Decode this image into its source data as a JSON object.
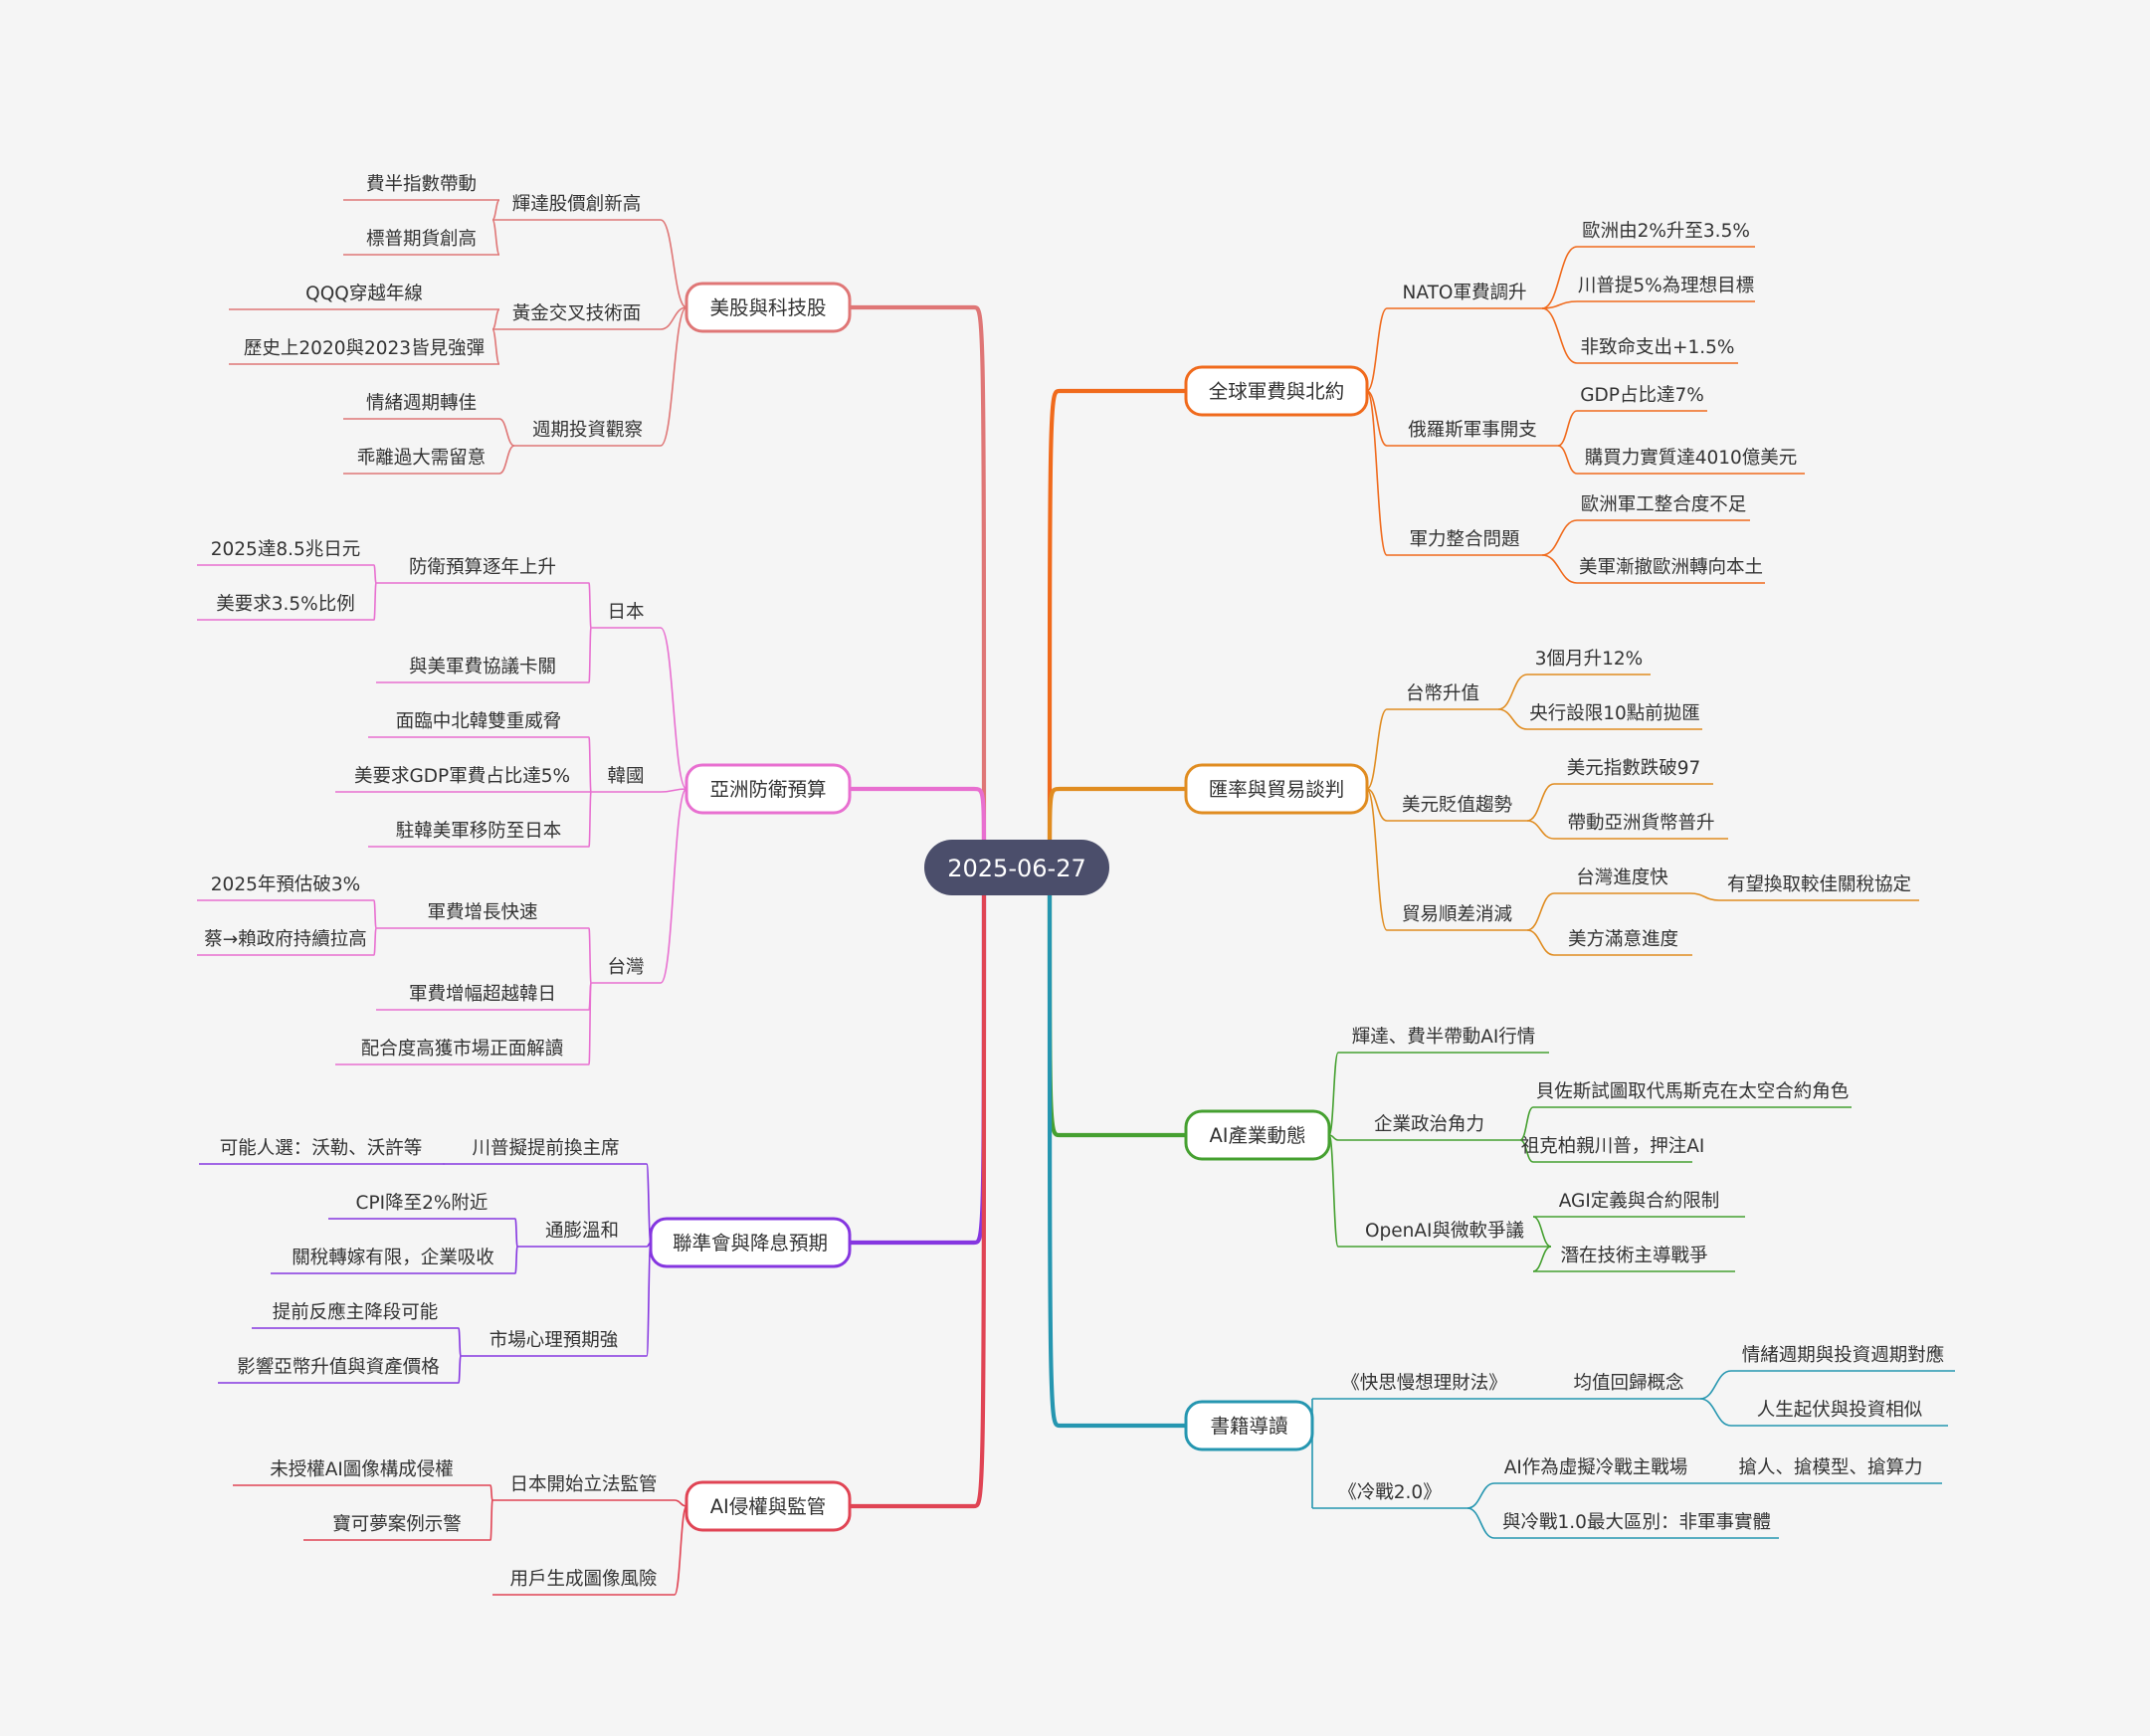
{
  "root": {
    "label": "2025-06-27",
    "color": "#4b4e6b"
  },
  "branches": [
    {
      "label": "美股與科技股",
      "color": "#df7676",
      "children": [
        {
          "label": "輝達股價創新高",
          "children": [
            "費半指數帶動",
            "標普期貨創高"
          ]
        },
        {
          "label": "黃金交叉技術面",
          "children": [
            "QQQ穿越年線",
            "歷史上2020與2023皆見強彈"
          ]
        },
        {
          "label": "週期投資觀察",
          "children": [
            "情緒週期轉佳",
            "乖離過大需留意"
          ]
        }
      ]
    },
    {
      "label": "亞洲防衛預算",
      "color": "#e86fd0",
      "children": [
        {
          "label": "日本",
          "children": [
            {
              "label": "防衛預算逐年上升",
              "children": [
                "2025達8.5兆日元",
                "美要求3.5%比例"
              ]
            },
            {
              "label": "與美軍費協議卡關"
            }
          ]
        },
        {
          "label": "韓國",
          "children": [
            "面臨中北韓雙重威脅",
            "美要求GDP軍費占比達5%",
            "駐韓美軍移防至日本"
          ]
        },
        {
          "label": "台灣",
          "children": [
            {
              "label": "軍費增長快速",
              "children": [
                "2025年預估破3%",
                "蔡→賴政府持續拉高"
              ]
            },
            {
              "label": "軍費增幅超越韓日"
            },
            {
              "label": "配合度高獲市場正面解讀"
            }
          ]
        }
      ]
    },
    {
      "label": "聯準會與降息預期",
      "color": "#8536e0",
      "children": [
        {
          "label": "川普擬提前換主席",
          "children": [
            "可能人選：沃勒、沃許等"
          ]
        },
        {
          "label": "通膨溫和",
          "children": [
            "CPI降至2%附近",
            "關稅轉嫁有限，企業吸收"
          ]
        },
        {
          "label": "市場心理預期強",
          "children": [
            "提前反應主降段可能",
            "影響亞幣升值與資產價格"
          ]
        }
      ]
    },
    {
      "label": "AI侵權與監管",
      "color": "#e04454",
      "children": [
        {
          "label": "日本開始立法監管",
          "children": [
            "未授權AI圖像構成侵權",
            "寶可夢案例示警"
          ]
        },
        {
          "label": "用戶生成圖像風險"
        }
      ]
    },
    {
      "label": "全球軍費與北約",
      "color": "#f06a1c",
      "children": [
        {
          "label": "NATO軍費調升",
          "children": [
            "歐洲由2%升至3.5%",
            "川普提5%為理想目標",
            "非致命支出+1.5%"
          ]
        },
        {
          "label": "俄羅斯軍事開支",
          "children": [
            "GDP占比達7%",
            "購買力實質達4010億美元"
          ]
        },
        {
          "label": "軍力整合問題",
          "children": [
            "歐洲軍工整合度不足",
            "美軍漸撤歐洲轉向本土"
          ]
        }
      ]
    },
    {
      "label": "匯率與貿易談判",
      "color": "#e08c20",
      "children": [
        {
          "label": "台幣升值",
          "children": [
            "3個月升12%",
            "央行設限10點前拋匯"
          ]
        },
        {
          "label": "美元貶值趨勢",
          "children": [
            "美元指數跌破97",
            "帶動亞洲貨幣普升"
          ]
        },
        {
          "label": "貿易順差消減",
          "children": [
            {
              "label": "台灣進度快",
              "children": [
                "有望換取較佳關稅協定"
              ]
            },
            {
              "label": "美方滿意進度"
            }
          ]
        }
      ]
    },
    {
      "label": "AI產業動態",
      "color": "#45a030",
      "children": [
        {
          "label": "輝達、費半帶動AI行情"
        },
        {
          "label": "企業政治角力",
          "children": [
            "貝佐斯試圖取代馬斯克在太空合約角色",
            "祖克柏親川普，押注AI"
          ]
        },
        {
          "label": "OpenAI與微軟爭議",
          "children": [
            "AGI定義與合約限制",
            "潛在技術主導戰爭"
          ]
        }
      ]
    },
    {
      "label": "書籍導讀",
      "color": "#2596b0",
      "children": [
        {
          "label": "《快思慢想理財法》",
          "children": [
            {
              "label": "均值回歸概念",
              "children": [
                "情緒週期與投資週期對應",
                "人生起伏與投資相似"
              ]
            }
          ]
        },
        {
          "label": "《冷戰2.0》",
          "children": [
            {
              "label": "AI作為虛擬冷戰主戰場",
              "children": [
                "搶人、搶模型、搶算力"
              ]
            },
            {
              "label": "與冷戰1.0最大區別：非軍事實體"
            }
          ]
        }
      ]
    }
  ]
}
